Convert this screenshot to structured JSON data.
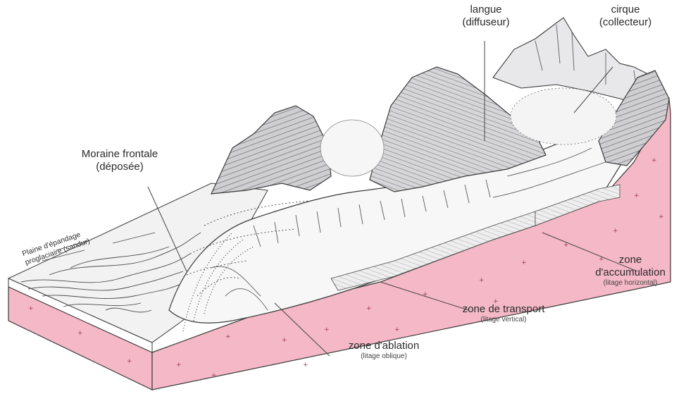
{
  "labels": {
    "langue": "langue",
    "langue_note": "(diffuseur)",
    "cirque": "cirque",
    "cirque_note": "(collecteur)",
    "moraine": "Moraine frontale",
    "moraine_note": "(déposée)",
    "plaine_line1": "Plaine d'épandage",
    "plaine_line2": "proglaciaire (sandur)",
    "zone_accumulation_1": "zone",
    "zone_accumulation_2": "d'accumulation",
    "zone_accumulation_note": "(litage horizontal)",
    "zone_transport": "zone de transport",
    "zone_transport_note": "(litage vertical)",
    "zone_ablation": "zone d'ablation",
    "zone_ablation_note": "(litage oblique)"
  },
  "colors": {
    "bedrock": "#f4b8c6",
    "bedrock_dark": "#e79aad",
    "bedrock_mark": "#9a3b54",
    "rock": "#c9c9cc",
    "rock_dark": "#8f8f94",
    "ice": "#f7f7f8",
    "outline": "#3a3a3a"
  }
}
